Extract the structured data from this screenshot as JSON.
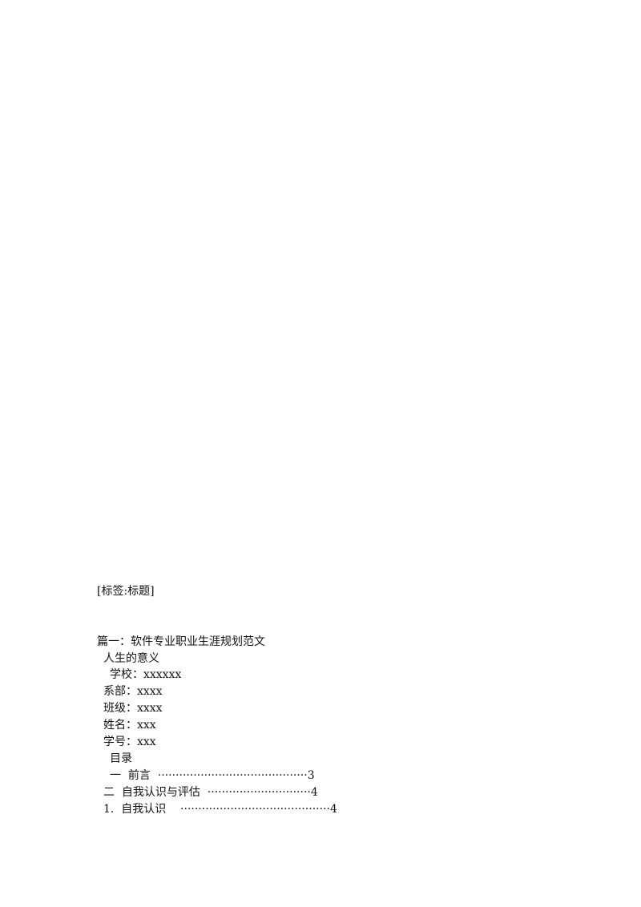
{
  "document": {
    "tag_line": "[标签:标题]",
    "title": "篇一：软件专业职业生涯规划范文",
    "subtitle": "人生的意义",
    "school": "学校：xxxxxx",
    "department": "系部：xxxx",
    "class": "班级：xxxx",
    "name": "姓名：xxx",
    "student_number": "学号：xxx",
    "toc_heading": "目录",
    "toc": [
      {
        "text": "一  前言  ··········································3"
      },
      {
        "text": "二  自我认识与评估  ·····························4"
      },
      {
        "text": "1.  自我认识    ··········································4"
      }
    ]
  }
}
